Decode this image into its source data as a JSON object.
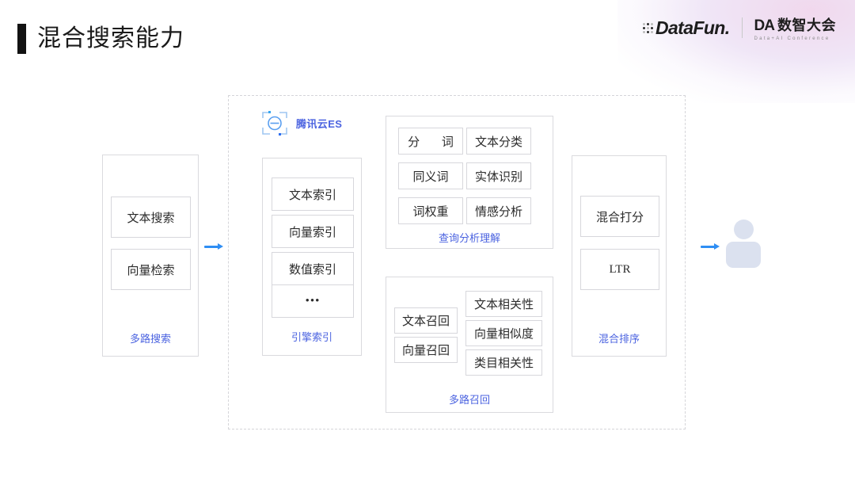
{
  "header": {
    "title": "混合搜索能力",
    "brand": {
      "datafun": "DataFun.",
      "da_mark": "DA",
      "da_cn": "数智大会",
      "da_sub": "Data+AI Conference"
    }
  },
  "diagram": {
    "es_brand": {
      "icon": "tencent-cloud-es-icon",
      "label": "腾讯云ES"
    },
    "multi_search": {
      "group_label": "多路搜索",
      "items": [
        "文本搜索",
        "向量检索"
      ]
    },
    "engine_index": {
      "group_label": "引擎索引",
      "items": [
        "文本索引",
        "向量索引",
        "数值索引",
        "•••"
      ]
    },
    "query_analysis": {
      "group_label": "查询分析理解",
      "left_items": [
        "分  词",
        "同义词",
        "词权重"
      ],
      "right_items": [
        "文本分类",
        "实体识别",
        "情感分析"
      ]
    },
    "multi_recall": {
      "group_label": "多路召回",
      "left_items": [
        "文本召回",
        "向量召回"
      ],
      "right_items": [
        "文本相关性",
        "向量相似度",
        "类目相关性"
      ]
    },
    "hybrid_rank": {
      "group_label": "混合排序",
      "items": [
        "混合打分",
        "LTR"
      ]
    },
    "arrows": [
      "arrow-into-es",
      "arrow-to-user"
    ],
    "user": "user-avatar-icon"
  },
  "colors": {
    "accent_blue": "#4b63e0",
    "arrow_blue": "#2f8ef4",
    "avatar_fill": "#dbe1ef",
    "border_gray": "#d7d7dc",
    "title_black": "#121212"
  }
}
